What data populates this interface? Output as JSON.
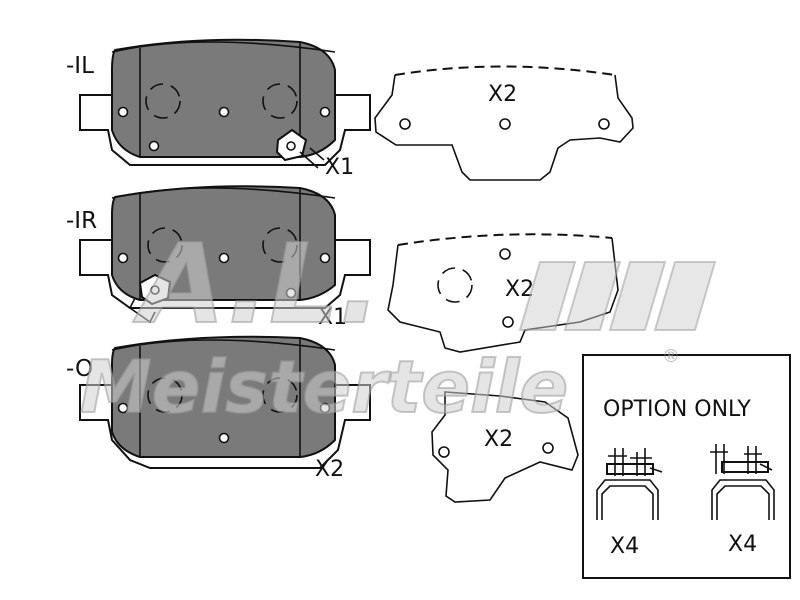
{
  "pads": [
    {
      "code": "-IL",
      "qty": "X1"
    },
    {
      "code": "-IR",
      "qty": "X1"
    },
    {
      "code": "-O",
      "qty": "X2"
    }
  ],
  "shims": [
    {
      "qty": "X2"
    },
    {
      "qty": "X2"
    },
    {
      "qty": "X2"
    }
  ],
  "option_box": {
    "title": "OPTION ONLY",
    "clips": [
      {
        "qty": "X4"
      },
      {
        "qty": "X4"
      }
    ]
  },
  "watermark": {
    "brand": "A.L.",
    "name": "Meisterteile",
    "registered": "®"
  }
}
